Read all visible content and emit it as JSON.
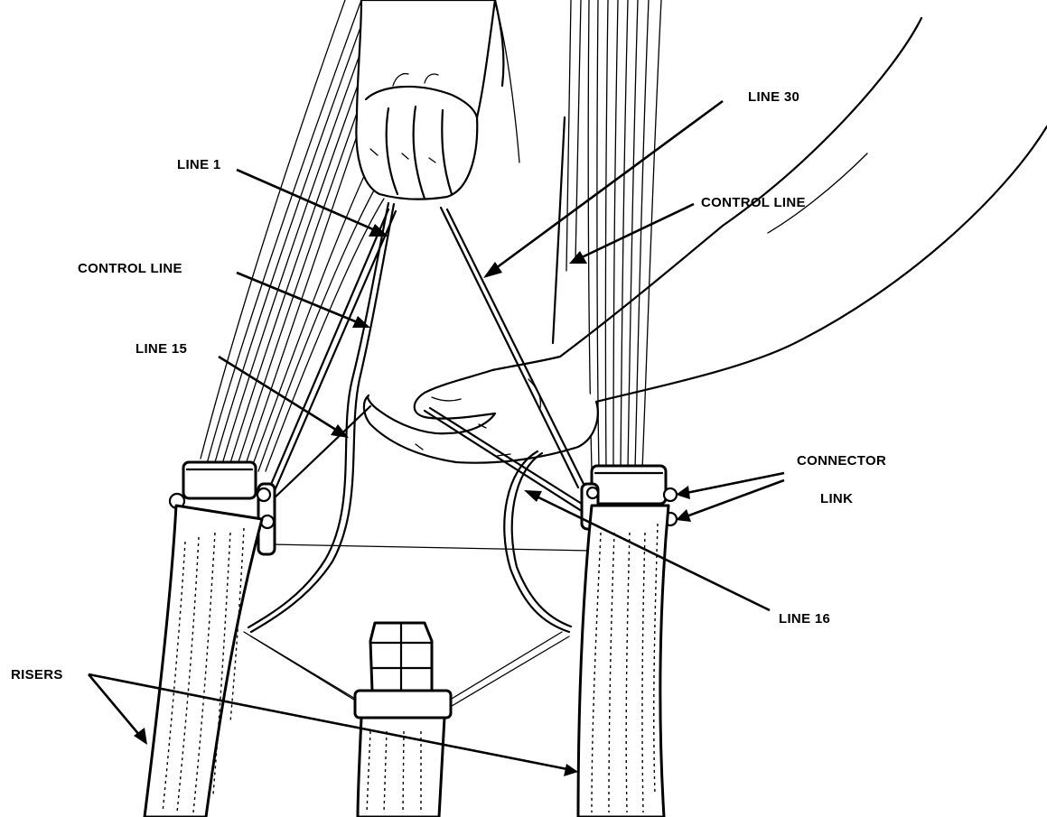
{
  "labels": {
    "line1": "LINE 1",
    "line30": "LINE 30",
    "control_line_right": "CONTROL LINE",
    "control_line_left": "CONTROL LINE",
    "line15": "LINE 15",
    "connector_link_1": "CONNECTOR",
    "connector_link_2": "LINK",
    "line16": "LINE 16",
    "risers": "RISERS"
  },
  "colors": {
    "ink": "#000000",
    "paper": "#ffffff"
  }
}
